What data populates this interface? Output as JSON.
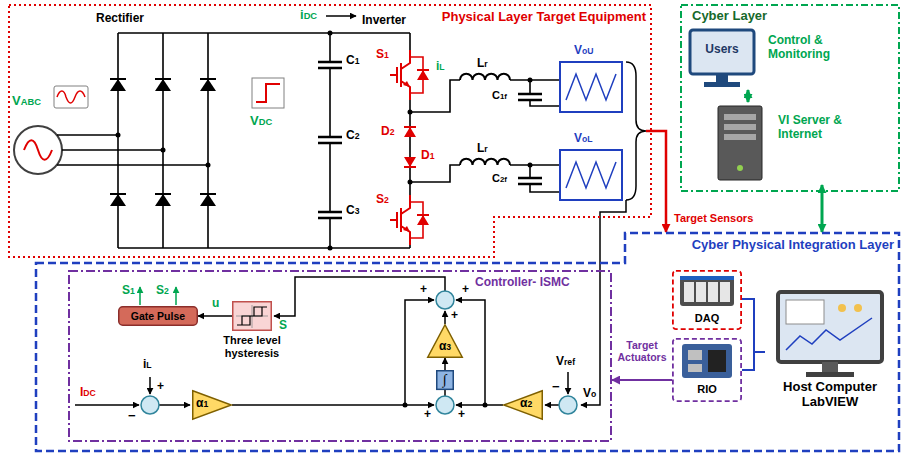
{
  "diagram": {
    "nodes": [
      {
        "text": [
          "Physical Layer Target Equipment"
        ]
      },
      {
        "text": [
          "Cyber Layer"
        ]
      },
      {
        "text": [
          "Users",
          "Control & Monitoring"
        ],
        "in": 1
      },
      {
        "text": [
          "VI Server & Internet"
        ],
        "in": 1
      },
      {
        "text": [
          "Cyber Physical Integration Layer"
        ]
      },
      {
        "text": [
          "Controller- ISMC"
        ],
        "in": 4
      },
      {
        "text": [
          "Gate Pulse"
        ],
        "in": 5
      },
      {
        "text": [
          "Three level hysteresis"
        ],
        "in": 5
      },
      {
        "text": [
          "α1"
        ],
        "in": 5
      },
      {
        "text": [
          "∫"
        ],
        "in": 5
      },
      {
        "text": [
          "α3"
        ],
        "in": 5
      },
      {
        "text": [
          "α2"
        ],
        "in": 5
      },
      {
        "text": [
          "DAQ"
        ],
        "in": 4
      },
      {
        "text": [
          "RIO"
        ],
        "in": 4
      },
      {
        "text": [
          "Host Computer LabVIEW"
        ],
        "in": 4
      }
    ],
    "edges": [
      {
        "from": 0,
        "to": 4,
        "label": "Target Sensors",
        "arrow": "to"
      },
      {
        "from": 2,
        "to": 3,
        "arrow": "both"
      },
      {
        "from": 3,
        "to": 4,
        "arrow": "both"
      },
      {
        "from": 13,
        "to": 5,
        "label": "Target Actuators",
        "arrow": "to"
      },
      {
        "from": 12,
        "to": 14,
        "arrow": "none"
      },
      {
        "from": 13,
        "to": 14,
        "arrow": "none"
      },
      {
        "from": 7,
        "to": 6,
        "label": "u",
        "arrow": "to"
      },
      {
        "from": 9,
        "to": 10,
        "arrow": "to"
      }
    ],
    "labels": [
      "Rectifier",
      "iDC",
      "Inverter",
      "VABC",
      "VDC",
      "C1",
      "C2",
      "C3",
      "S1",
      "D2",
      "D1",
      "S2",
      "iL",
      "Lr",
      "C1f",
      "Lr",
      "C2f",
      "VoU",
      "VoL",
      "S1",
      "S2",
      "S",
      "+",
      "+",
      "+",
      "IDC",
      "−",
      "iL",
      "+",
      "+",
      "+",
      "Vref",
      "−",
      "Vo"
    ]
  }
}
